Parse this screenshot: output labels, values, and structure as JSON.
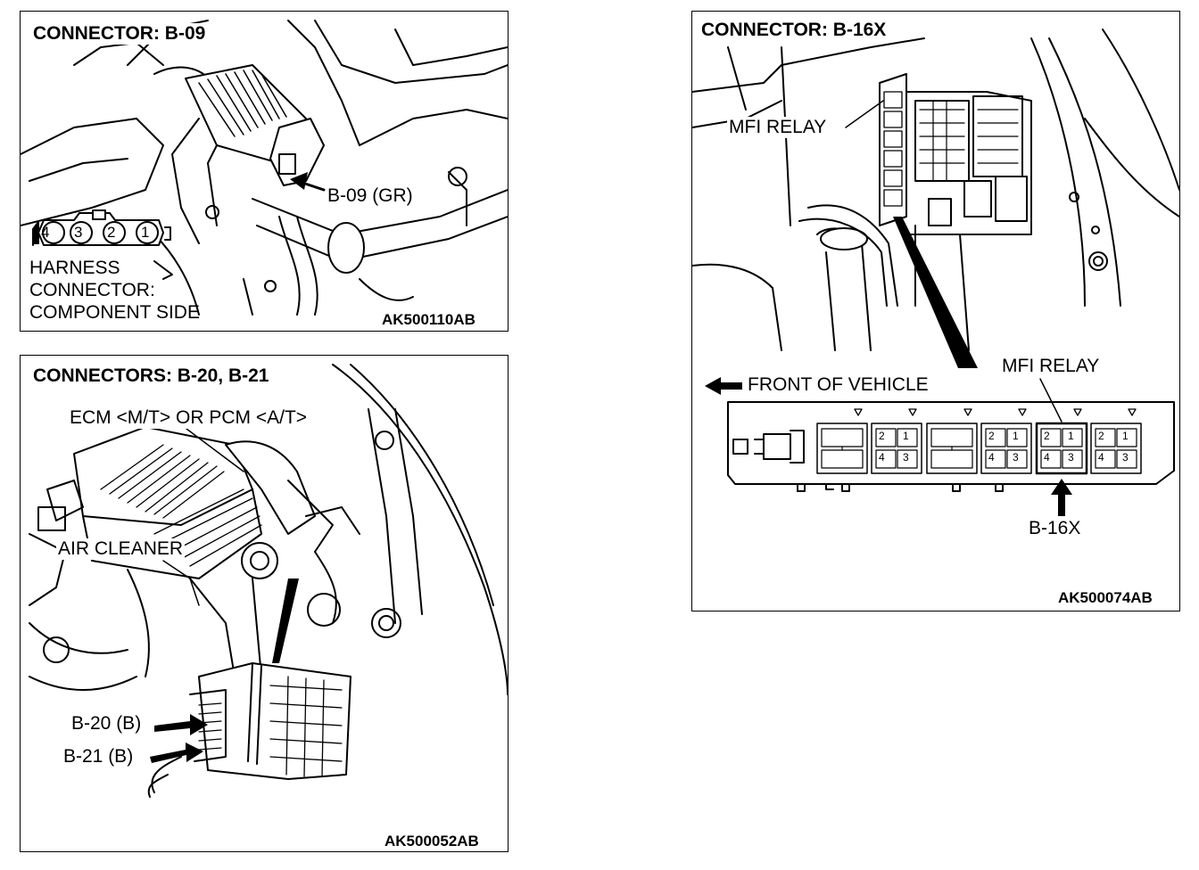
{
  "panel_b09": {
    "title": "CONNECTOR: B-09",
    "callout": "B-09 (GR)",
    "harness_line1": "HARNESS",
    "harness_line2": "CONNECTOR:",
    "harness_line3": "COMPONENT SIDE",
    "pins": [
      "4",
      "3",
      "2",
      "1"
    ],
    "code": "AK500110AB"
  },
  "panel_b20": {
    "title": "CONNECTORS: B-20, B-21",
    "ecm_label": "ECM <M/T> OR PCM <A/T>",
    "air_cleaner": "AIR CLEANER",
    "b20": "B-20 (B)",
    "b21": "B-21 (B)",
    "code": "AK500052AB"
  },
  "panel_b16x": {
    "title": "CONNECTOR: B-16X",
    "mfi_relay_top": "MFI RELAY",
    "mfi_relay_detail": "MFI RELAY",
    "front_label": "FRONT OF VEHICLE",
    "b16x": "B-16X",
    "relay_pins": [
      "2",
      "1",
      "4",
      "3"
    ],
    "code": "AK500074AB"
  }
}
